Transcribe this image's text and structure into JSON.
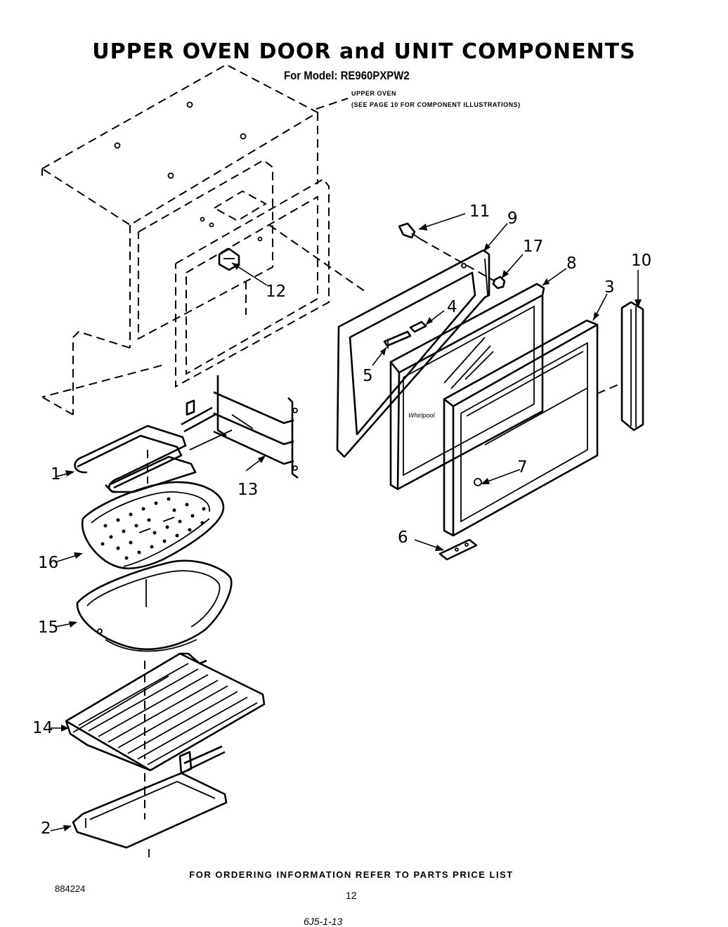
{
  "header": {
    "title": "UPPER OVEN DOOR and UNIT COMPONENTS",
    "model": "For Model: RE960PXPW2"
  },
  "reference_note": {
    "line1": "UPPER OVEN",
    "line2": "(SEE PAGE 10 FOR COMPONENT ILLUSTRATIONS)"
  },
  "callouts": {
    "c1": "1",
    "c2": "2",
    "c3": "3",
    "c4": "4",
    "c5": "5",
    "c6": "6",
    "c7": "7",
    "c8": "8",
    "c9": "9",
    "c10": "10",
    "c11": "11",
    "c12": "12",
    "c13": "13",
    "c14": "14",
    "c15": "15",
    "c16": "16",
    "c17": "17"
  },
  "footer": {
    "ordering_note": "FOR ORDERING INFORMATION REFER TO PARTS PRICE LIST",
    "doc_number": "884224",
    "page_number": "12",
    "handwritten_mark": "6J5-1-13"
  }
}
